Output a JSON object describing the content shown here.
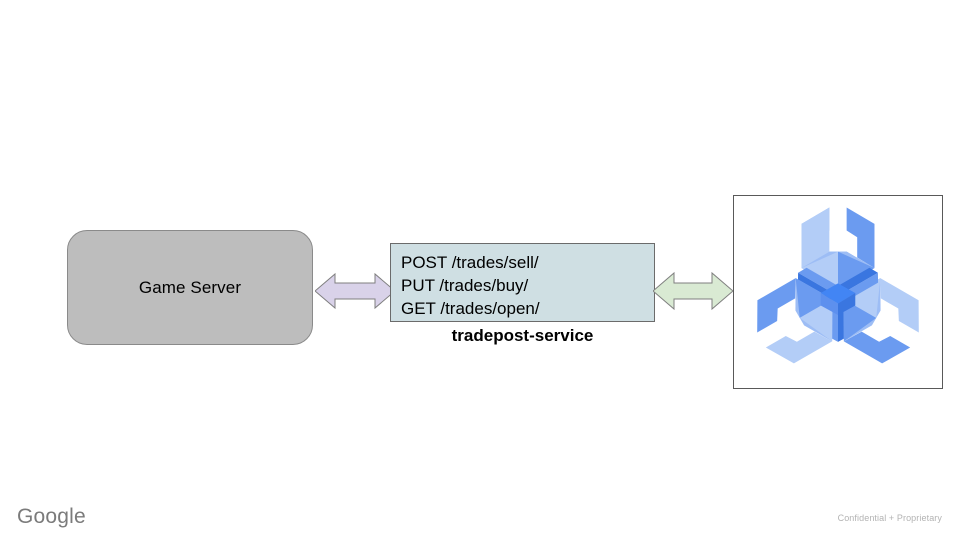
{
  "diagram": {
    "nodes": {
      "game_server": {
        "label": "Game Server",
        "fill": "#bdbdbd",
        "stroke": "#8a8a8a"
      },
      "tradepost_service": {
        "caption": "tradepost-service",
        "fill": "#cfdfe3",
        "stroke": "#6b6b6b",
        "endpoints": [
          "POST /trades/sell/",
          "PUT /trades/buy/",
          "GET /trades/open/"
        ]
      },
      "agones_logo": {
        "name": "agones-logo",
        "frame_stroke": "#595959",
        "colors": {
          "light": "#b3cdf7",
          "medium": "#6b9bf0",
          "dark": "#4285f4",
          "deep": "#3a76e0"
        }
      }
    },
    "connectors": [
      {
        "name": "game-server-to-service",
        "style": "double-headed-arrow",
        "fill": "#d9d2e9",
        "stroke": "#7f7f7f"
      },
      {
        "name": "service-to-agones",
        "style": "double-headed-arrow",
        "fill": "#d9ead3",
        "stroke": "#7f7f7f"
      }
    ]
  },
  "footer": {
    "brand": "Google",
    "note": "Confidential + Proprietary"
  }
}
